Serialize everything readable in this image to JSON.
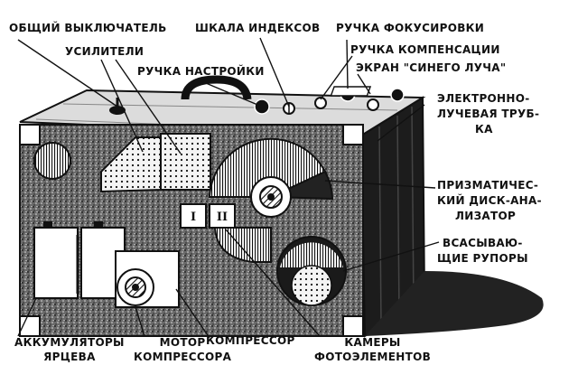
{
  "labels": {
    "general_switch": "ОБЩИЙ ВЫКЛЮЧАТЕЛЬ",
    "index_scale": "ШКАЛА ИНДЕКСОВ",
    "focus_knob": "РУЧКА ФОКУСИРОВКИ",
    "amplifiers": "УСИЛИТЕЛИ",
    "compensation_knob": "РУЧКА КОМПЕНСАЦИИ",
    "tuning_knob": "РУЧКА НАСТРОЙКИ",
    "blue_ray_screen": "ЭКРАН \"СИНЕГО ЛУЧА\"",
    "crt_line1": "ЭЛЕКТРОННО-",
    "crt_line2": "ЛУЧЕВАЯ ТРУБ-",
    "crt_line3": "КА",
    "prism_line1": "ПРИЗМАТИЧЕС-",
    "prism_line2": "КИЙ ДИСК-АНА-",
    "prism_line3": "ЛИЗАТОР",
    "suction_line1": "ВСАСЫВАЮ-",
    "suction_line2": "ЩИЕ РУПОРЫ",
    "accum_line1": "АККУМУЛЯТОРЫ",
    "accum_line2": "ЯРЦЕВА",
    "motor_line1": "МОТОР",
    "motor_line2": "КОМПРЕССОРА",
    "compressor": "КОМПРЕССОР",
    "cameras_line1": "КАМЕРЫ",
    "cameras_line2": "ФОТОЭЛЕМЕНТОВ"
  },
  "camera_marks": [
    "I",
    "II"
  ],
  "colors": {
    "ink": "#111111",
    "paper": "#ffffff",
    "shade": "#2a2a2a"
  }
}
